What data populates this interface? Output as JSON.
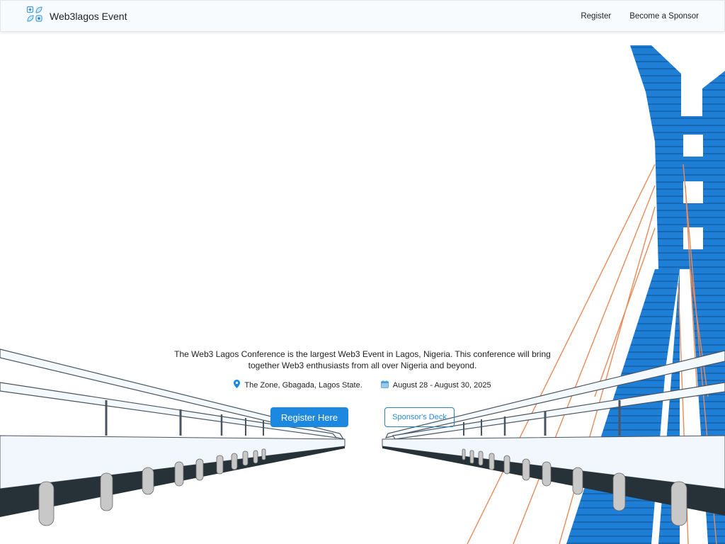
{
  "navbar": {
    "brand": "Web3lagos Event",
    "links": [
      {
        "label": "Register"
      },
      {
        "label": "Become a Sponsor"
      }
    ]
  },
  "hero": {
    "description": "The Web3 Lagos Conference is the largest Web3 Event in Lagos, Nigeria. This conference will bring together Web3 enthusiasts from all over Nigeria and beyond.",
    "location": {
      "icon": "map-pin-icon",
      "text": "The Zone, Gbagada, Lagos State."
    },
    "date": {
      "icon": "calendar-icon",
      "text": "August 28 - August 30, 2025"
    },
    "primary_button": "Register Here",
    "secondary_button": "Sponsor's Deck"
  },
  "colors": {
    "accent": "#1c88e0",
    "tower_blue": "#1f7fd6",
    "cable_orange": "#e88a5a",
    "deck_dark": "#263238",
    "deck_light": "#f1f7fc"
  }
}
